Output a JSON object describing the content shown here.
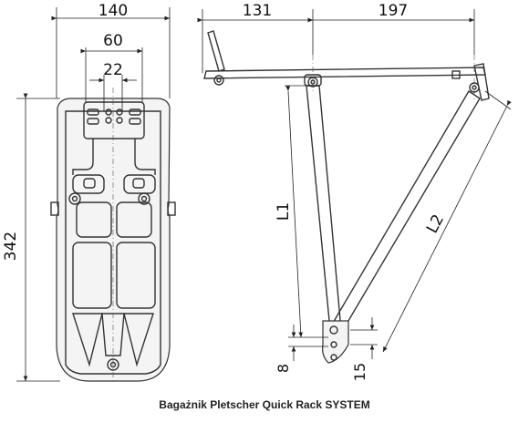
{
  "dimensions": {
    "front_width": "140",
    "front_inner_width": "60",
    "front_slot_width": "22",
    "front_height": "342",
    "side_rear_length": "131",
    "side_front_length": "197",
    "strut_1": "L1",
    "strut_2": "L2",
    "bottom_small_1": "8",
    "bottom_small_2": "15"
  },
  "caption": "Bagażnik Pletscher Quick Rack SYSTEM",
  "colors": {
    "line": "#222222",
    "background": "#ffffff"
  }
}
